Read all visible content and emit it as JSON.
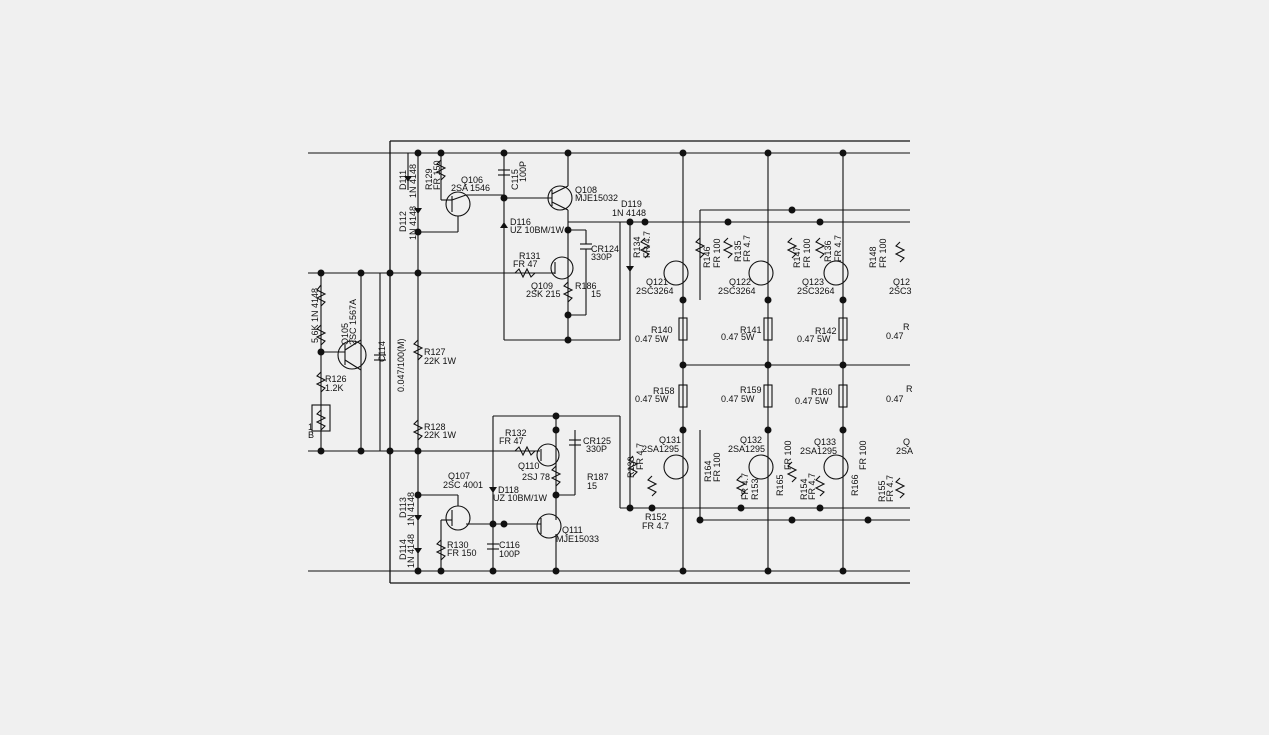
{
  "labels": {
    "D111": "D111",
    "D111v": "1N 4148",
    "R129": "R129",
    "R129v": "FR 150",
    "D112": "D112",
    "D112v": "1N 4148",
    "Q106": "Q106",
    "Q106v": "2SA 1546",
    "C115": "C115",
    "C115v": "100P",
    "Q108": "Q108",
    "Q108v": "MJE15032",
    "D116": "D116",
    "D116v": "UZ 10BM/1W",
    "CR124": "CR124",
    "CR124v": "330P",
    "R131": "R131",
    "R131v": "FR 47",
    "Q109": "Q109",
    "Q109v": "2SK 215",
    "R186": "R186",
    "R186v": "15",
    "D119": "D119",
    "D119v": "1N 4148",
    "R134": "R134",
    "R134v": "FR 4.7",
    "R146": "R146",
    "R146v": "FR 100",
    "R135": "R135",
    "R135v": "FR 4.7",
    "R147": "R147",
    "R147v": "FR 100",
    "R136": "R136",
    "R136v": "FR 4.7",
    "R148": "R148",
    "R148v": "FR 100",
    "Q121": "Q121",
    "Q121v": "2SC3264",
    "Q122": "Q122",
    "Q122v": "2SC3264",
    "Q123": "Q123",
    "Q123v": "2SC3264",
    "Q124": "Q12",
    "Q124v": "2SC3",
    "R140": "R140",
    "R140v": "0.47 5W",
    "R141": "R141",
    "R141v": "0.47 5W",
    "R142": "R142",
    "R142v": "0.47 5W",
    "R143": "R",
    "R143v": "0.47",
    "R158": "R158",
    "R158v": "0.47 5W",
    "R159": "R159",
    "R159v": "0.47 5W",
    "R160": "R160",
    "R160v": "0.47 5W",
    "R161": "R",
    "R161v": "0.47",
    "D1xx": "5.6K 1N 4148",
    "Q105": "Q105",
    "Q105v": "2SC 1567A",
    "C114": "C114",
    "C114v": "0.047/100(M)",
    "R127": "R127",
    "R127v": "22K 1W",
    "R126": "R126",
    "R126v": "1.2K",
    "VR": "1",
    "VRv": "B",
    "R128": "R128",
    "R128v": "22K 1W",
    "R132": "R132",
    "R132v": "FR 47",
    "CR125": "CR125",
    "CR125v": "330P",
    "Q110": "Q110",
    "Q110v": "2SJ 78",
    "R187": "R187",
    "R187v": "15",
    "Q107": "Q107",
    "Q107v": "2SC 4001",
    "D118": "D118",
    "D118v": "UZ 10BM/1W",
    "D113": "D113",
    "D113v": "1N 4148",
    "Q111": "Q111",
    "Q111v": "MJE15033",
    "R130": "R130",
    "R130v": "FR 150",
    "C116": "C116",
    "C116v": "100P",
    "D114": "D114",
    "D114v": "1N 4148",
    "R133": "R133",
    "R133v": "FR 4.7",
    "Q131": "Q131",
    "Q131v": "2SA1295",
    "Q132": "Q132",
    "Q132v": "2SA1295",
    "Q133": "Q133",
    "Q133v": "2SA1295",
    "Q134": "Q",
    "Q134v": "2SA",
    "R164": "R164",
    "R164v": "FR 100",
    "R165": "R165",
    "R165v": "FR 100",
    "R166": "R166",
    "R166v": "FR 100",
    "R153": "R153",
    "R153v": "FR 4.7",
    "R154": "R154",
    "R154v": "FR 4.7",
    "R155": "R155",
    "R155v": "FR 4.7",
    "R152": "R152",
    "R152v": "FR 4.7"
  }
}
